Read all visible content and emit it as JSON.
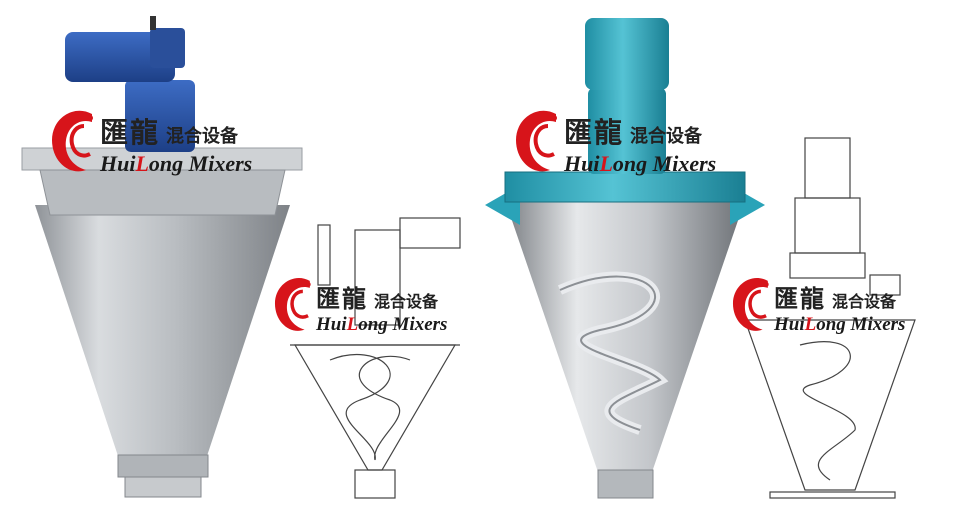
{
  "watermark": {
    "brand_cn": "匯龍",
    "sub_cn": "混合设备",
    "en_pre": "Hui",
    "en_l": "L",
    "en_post": "ong Mixers"
  },
  "colors": {
    "dragon_red": "#d7141a",
    "motor_blue": "#2a56a8",
    "motor_teal": "#2aa3b8",
    "steel": "#c9ccd0"
  }
}
